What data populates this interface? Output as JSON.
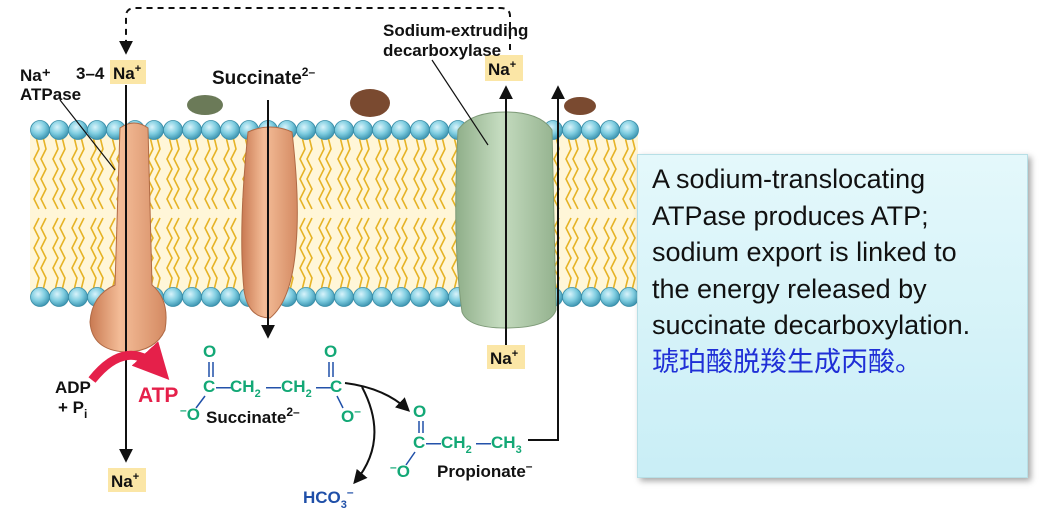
{
  "labels": {
    "na_atpase_line1": "Na⁺",
    "na_atpase_line2": "ATPase",
    "stoich": "3–4",
    "na_ion": "Na",
    "sup_plus": "+",
    "succinate_top": "Succinate",
    "succinate_top_charge": "2–",
    "decarboxylase_line1": "Sodium-extruding",
    "decarboxylase_line2": "decarboxylase",
    "adp": "ADP",
    "plus_pi": "+ P",
    "pi_sub": "i",
    "atp": "ATP",
    "succinate_bottom": "Succinate",
    "succinate_bottom_charge": "2–",
    "propionate": "Propionate",
    "propionate_charge": "–",
    "hco3": "HCO",
    "hco3_sub": "3",
    "hco3_charge": "–"
  },
  "chem": {
    "O": "O",
    "C": "C",
    "CH": "CH",
    "sub2": "2",
    "sub3": "3",
    "minus": "–"
  },
  "text_box": {
    "lines": [
      "A sodium-translocating",
      "ATPase produces ATP;",
      "sodium export is linked to",
      "the energy released by",
      "succinate decarboxylation."
    ],
    "chinese": "琥珀酸脱羧生成丙酸。"
  },
  "colors": {
    "atpase": "#e8a27a",
    "transporter": "#e9a77f",
    "decarboxylase": "#a9c4a3",
    "head": "#7fcde0",
    "tail": "#f3c64a",
    "na_box": "#fbe6a6",
    "atp_red": "#e5204a",
    "chem_green": "#13a876",
    "chem_blue": "#1f4fa8",
    "text_blue": "#1f2fd6"
  }
}
